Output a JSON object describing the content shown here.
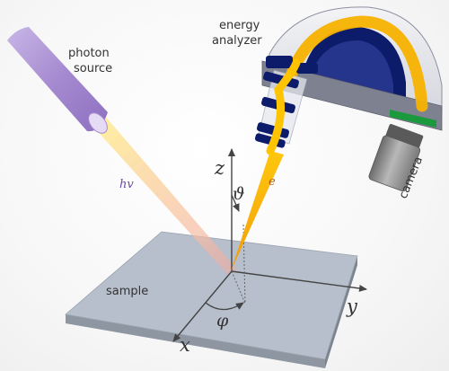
{
  "labels": {
    "photon_source": [
      "photon",
      "source"
    ],
    "energy_analyzer": [
      "energy",
      "analyzer"
    ],
    "camera": "camera",
    "sample": "sample",
    "photon_symbol": "hv",
    "electron_symbol": "e",
    "axis_x": "x",
    "axis_y": "y",
    "axis_z": "z",
    "angle_theta": "ϑ",
    "angle_phi": "φ"
  },
  "colors": {
    "photon_tube": "#a58ad0",
    "beam": "#f7b200",
    "photon_symbol": "#6d4aa6",
    "electron_symbol": "#b85a00",
    "sample_top": "#b6bfcb",
    "analyzer_blue": "#0d1b6b",
    "detector_green": "#1a9a3c"
  }
}
